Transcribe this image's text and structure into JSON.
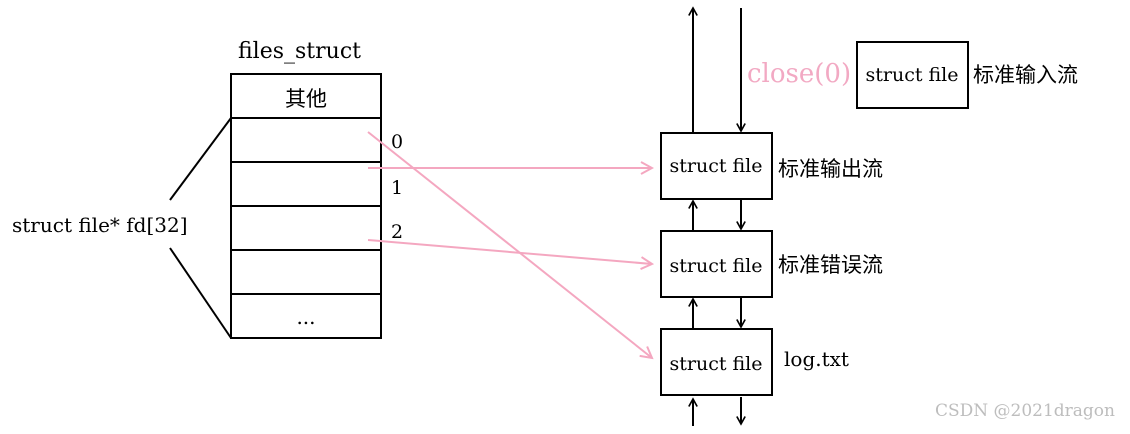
{
  "files_struct": {
    "title": "files_struct",
    "top_cell": "其他",
    "last_cell": "...",
    "array_label": "struct file* fd[32]",
    "indices": [
      "0",
      "1",
      "2"
    ]
  },
  "call_label": "close(0)",
  "files": [
    {
      "box": "struct file",
      "name": "标准输入流"
    },
    {
      "box": "struct file",
      "name": "标准输出流"
    },
    {
      "box": "struct file",
      "name": "标准错误流"
    },
    {
      "box": "struct file",
      "name": "log.txt"
    }
  ],
  "watermark": "CSDN @2021dragon",
  "colors": {
    "stroke": "#000000",
    "pointer": "#f4a7c0",
    "call_text": "#f2a9c3",
    "watermark": "#bdbdbd"
  }
}
